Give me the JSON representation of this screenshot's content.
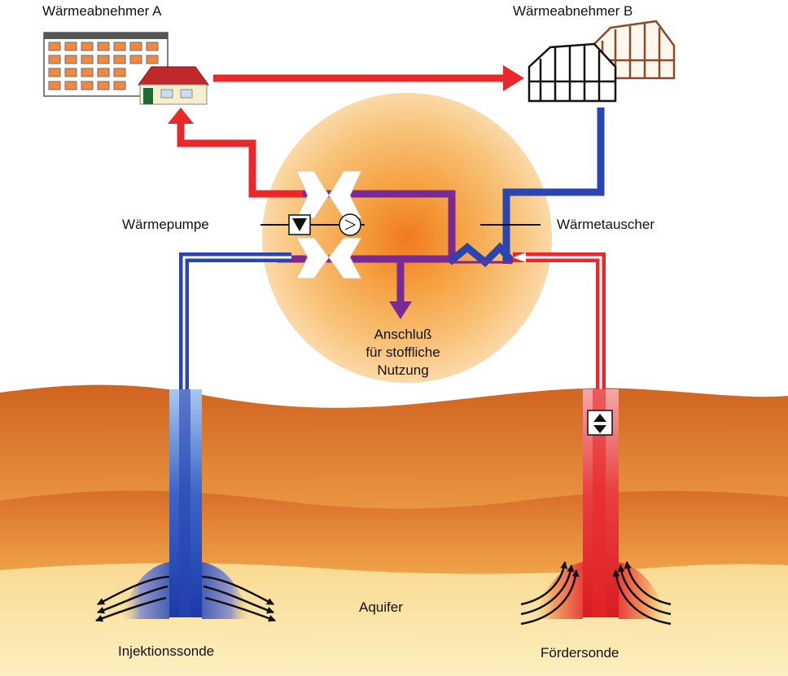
{
  "labels": {
    "consumer_a": "Wärmeabnehmer A",
    "consumer_b": "Wärmeabnehmer B",
    "heat_pump": "Wärmepumpe",
    "heat_exchanger": "Wärmetauscher",
    "connection_line1": "Anschluß",
    "connection_line2": "für stoffliche",
    "connection_line3": "Nutzung",
    "aquifer": "Aquifer",
    "injection_well": "Injektionssonde",
    "production_well": "Fördersonde"
  },
  "colors": {
    "hot_flow": "#e8282a",
    "cold_flow": "#2a45b0",
    "mixed_flow": "#7a2a90",
    "glow": "#f5b35a",
    "ground_dark": "#d8742a",
    "ground_light": "#fde9a6"
  }
}
